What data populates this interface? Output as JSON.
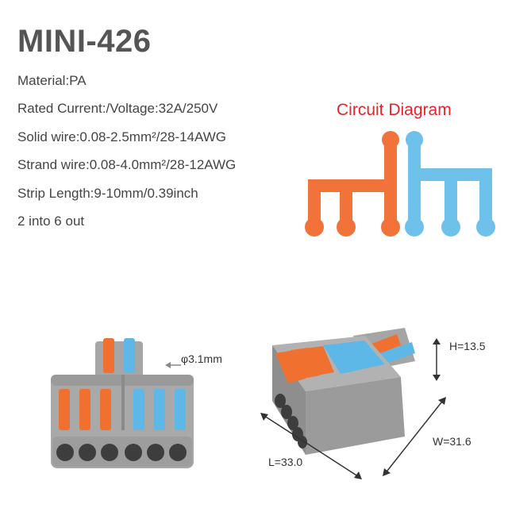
{
  "product": {
    "title": "MINI-426",
    "specs": [
      "Material:PA",
      "Rated Current:/Voltage:32A/250V",
      "Solid wire:0.08-2.5mm²/28-14AWG",
      "Strand wire:0.08-4.0mm²/28-12AWG",
      "Strip Length:9-10mm/0.39inch",
      "2 into 6 out"
    ]
  },
  "circuit": {
    "title": "Circuit Diagram",
    "colors": {
      "left": "#f2733a",
      "right": "#6ec1ea",
      "title": "#e8232a"
    }
  },
  "dimensions": {
    "diameter": "φ3.1mm",
    "height": "H=13.5",
    "length": "L=33.0",
    "width": "W=31.6"
  },
  "connector_colors": {
    "body": "#a6a6a6",
    "dark": "#7c7c7c",
    "lever_orange": "#f07030",
    "lever_blue": "#5db8e8"
  }
}
